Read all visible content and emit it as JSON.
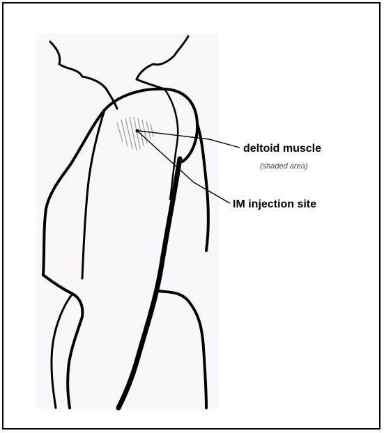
{
  "figure": {
    "labels": {
      "deltoid": "deltoid muscle",
      "shaded_note": "(shaded area)",
      "injection_site": "IM injection site"
    },
    "colors": {
      "background": "#fbf6fa",
      "outline": "#000000",
      "hatch": "#9a9a9a",
      "frame": "#000000"
    }
  }
}
